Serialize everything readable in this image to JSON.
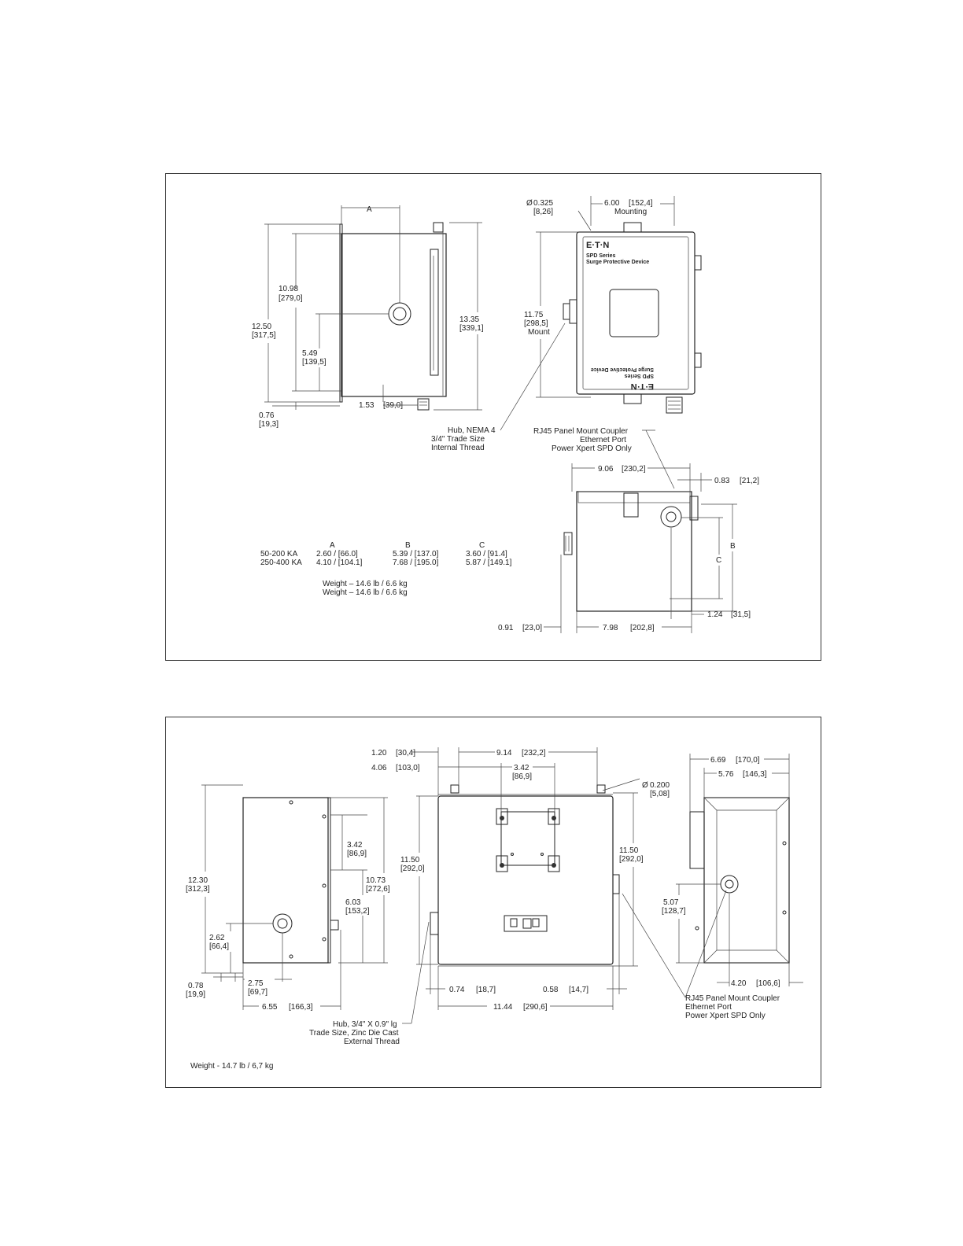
{
  "top_panel": {
    "side_view": {
      "label_A": "A",
      "h_12_50": "12.50",
      "h_12_50_mm": "[317,5]",
      "h_10_98": "10.98",
      "h_10_98_mm": "[279,0]",
      "h_5_49": "5.49",
      "h_5_49_mm": "[139,5]",
      "h_13_35": "13.35",
      "h_13_35_mm": "[339,1]",
      "d_0_76": "0.76",
      "d_0_76_mm": "[19,3]",
      "d_1_53": "1.53",
      "d_1_53_mm": "[39,0]",
      "hub_line1": "Hub, NEMA 4",
      "hub_line2": "3/4\" Trade Size",
      "hub_line3": "Internal Thread"
    },
    "front_view": {
      "hole_dia": "0.325",
      "hole_dia_mm": "[8,26]",
      "mount_width": "6.00",
      "mount_width_mm": "[152,4]",
      "mount_width_label": "Mounting",
      "mount_height": "11.75",
      "mount_height_mm": "[298,5]",
      "mount_height_label": "Mount",
      "logo": "E·T·N",
      "device_line1": "SPD Series",
      "device_line2": "Surge Protective Device",
      "rj45_line1": "RJ45 Panel Mount Coupler",
      "rj45_line2": "Ethernet Port",
      "rj45_line3": "Power Xpert SPD Only"
    },
    "bottom_view": {
      "w_9_06": "9.06",
      "w_9_06_mm": "[230,2]",
      "d_0_83": "0.83",
      "d_0_83_mm": "[21,2]",
      "label_B": "B",
      "label_C": "C",
      "d_1_24": "1.24",
      "d_1_24_mm": "[31,5]",
      "d_0_91": "0.91",
      "d_0_91_mm": "[23,0]",
      "w_7_98": "7.98",
      "w_7_98_mm": "[202,8]"
    },
    "table": {
      "headers": [
        "A",
        "B",
        "C"
      ],
      "rows": [
        {
          "rating": "50-200 KA",
          "a": "2.60 / [66.0]",
          "b": "5.39 / [137.0]",
          "c": "3.60 / [91.4]"
        },
        {
          "rating": "250-400 KA",
          "a": "4.10 / [104.1]",
          "b": "7.68 / [195.0]",
          "c": "5.87 / [149.1]"
        }
      ],
      "weight1": "Weight – 14.6 lb / 6.6 kg",
      "weight2": "Weight – 14.6 lb / 6.6 kg"
    }
  },
  "bottom_panel": {
    "left_view": {
      "h_12_30": "12.30",
      "h_12_30_mm": "[312,3]",
      "h_3_42": "3.42",
      "h_3_42_mm": "[86,9]",
      "h_10_73": "10.73",
      "h_10_73_mm": "[272,6]",
      "h_6_03": "6.03",
      "h_6_03_mm": "[153,2]",
      "h_2_62": "2.62",
      "h_2_62_mm": "[66,4]",
      "d_0_78": "0.78",
      "d_0_78_mm": "[19,9]",
      "d_2_75": "2.75",
      "d_2_75_mm": "[69,7]",
      "w_6_55": "6.55",
      "w_6_55_mm": "[166,3]",
      "hub_line1": "Hub, 3/4\" X 0.9\" lg",
      "hub_line2": "Trade Size, Zinc Die Cast",
      "hub_line3": "External Thread"
    },
    "center_view": {
      "d_1_20": "1.20",
      "d_1_20_mm": "[30,4]",
      "w_9_14": "9.14",
      "w_9_14_mm": "[232,2]",
      "d_4_06": "4.06",
      "d_4_06_mm": "[103,0]",
      "w_3_42": "3.42",
      "w_3_42_mm": "[86,9]",
      "hole_dia": "0.200",
      "hole_dia_mm": "[5,08]",
      "h_11_50_left": "11.50",
      "h_11_50_left_mm": "[292,0]",
      "h_11_50_right": "11.50",
      "h_11_50_right_mm": "[292,0]",
      "d_0_74": "0.74",
      "d_0_74_mm": "[18,7]",
      "d_0_58": "0.58",
      "d_0_58_mm": "[14,7]",
      "w_11_44": "11.44",
      "w_11_44_mm": "[290,6]"
    },
    "right_view": {
      "w_6_69": "6.69",
      "w_6_69_mm": "[170,0]",
      "w_5_76": "5.76",
      "w_5_76_mm": "[146,3]",
      "h_5_07": "5.07",
      "h_5_07_mm": "[128,7]",
      "d_4_20": "4.20",
      "d_4_20_mm": "[106,6]",
      "rj45_line1": "RJ45 Panel Mount Coupler",
      "rj45_line2": "Ethernet Port",
      "rj45_line3": "Power Xpert SPD Only"
    },
    "weight": "Weight - 14.7 lb / 6,7 kg"
  }
}
